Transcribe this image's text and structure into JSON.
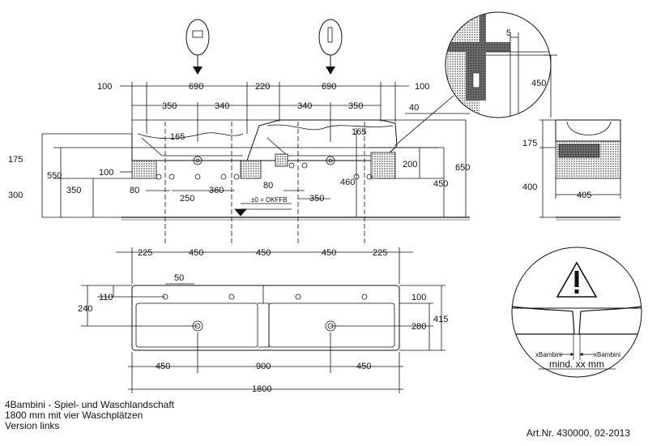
{
  "title_lines": [
    "4Bambini - Spiel- und Waschlandschaft",
    "1800 mm mit vier Waschplätzen",
    "Version links"
  ],
  "article": "Art.Nr. 430000, 02-2013",
  "front_view": {
    "top_dims": [
      "100",
      "690",
      "220",
      "690",
      "100"
    ],
    "second_dims": [
      "350",
      "340",
      "340",
      "350"
    ],
    "left_dims": [
      "175",
      "550",
      "300",
      "350",
      "100"
    ],
    "right_dims": [
      "40",
      "165",
      "165",
      "200",
      "450",
      "650",
      "460"
    ],
    "bottom_dims": [
      "80",
      "250",
      "360",
      "80",
      "350"
    ],
    "okffb_label": "±0 = OKFFB"
  },
  "detail": {
    "dims": [
      "5",
      "450"
    ]
  },
  "side_view": {
    "dims": [
      "175",
      "400",
      "405"
    ]
  },
  "plan_view": {
    "top_dims": [
      "225",
      "450",
      "450",
      "450",
      "225"
    ],
    "left_dims": [
      "50",
      "110",
      "240"
    ],
    "right_dims": [
      "100",
      "280",
      "415"
    ],
    "bottom_dims": [
      "450",
      "900",
      "450"
    ],
    "overall": "1800"
  },
  "warning_detail": {
    "left_label": "xBambini",
    "right_label": "xBambini",
    "min_label": "mind. xx mm"
  }
}
